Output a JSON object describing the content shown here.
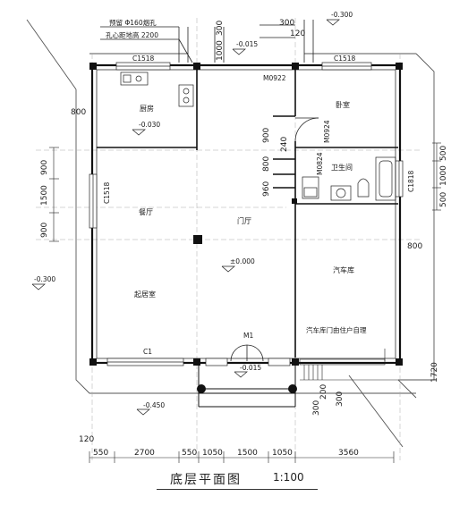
{
  "title": "底层平面图",
  "scale": "1:100",
  "notes": {
    "pipe_top": "预留 Φ160烟孔",
    "pipe_bottom": "孔心距地高 2200",
    "garage_door": "汽车库门由住户自理"
  },
  "rooms": {
    "kitchen": "厨房",
    "dining": "餐厅",
    "hall": "门厅",
    "living": "起居室",
    "bedroom": "卧室",
    "bath": "卫生间",
    "garage": "汽车库"
  },
  "openings": {
    "c1518_top_left": "C1518",
    "c1518_top_right": "C1518",
    "c1518_left": "C1518",
    "c1818": "C1818",
    "c1": "C1",
    "m1": "M1",
    "m0922": "M0922",
    "m0924": "M0924",
    "m0824": "M0824"
  },
  "elevations": {
    "top_right": "-0.300",
    "top_mid": "-0.015",
    "kitchen": "-0.030",
    "floor": "±0.000",
    "left": "-0.300",
    "entry": "-0.015",
    "bottom": "-0.450"
  },
  "dims": {
    "bottom_row": [
      "550",
      "2700",
      "550",
      "1050",
      "1500",
      "1050",
      "3560"
    ],
    "bottom_120": "120",
    "left_row": [
      "900",
      "1500",
      "900"
    ],
    "left_800": "800",
    "top_300": "300",
    "top_300b": "300",
    "top_1000": "1000",
    "top_120": "120",
    "hall_900": "900",
    "hall_240": "240",
    "hall_800": "800",
    "hall_960": "960",
    "right_500a": "500",
    "right_1000": "1000",
    "right_500b": "500",
    "right_800": "800",
    "right_1720": "1720",
    "step_300a": "300",
    "step_200": "200",
    "step_300b": "300"
  }
}
